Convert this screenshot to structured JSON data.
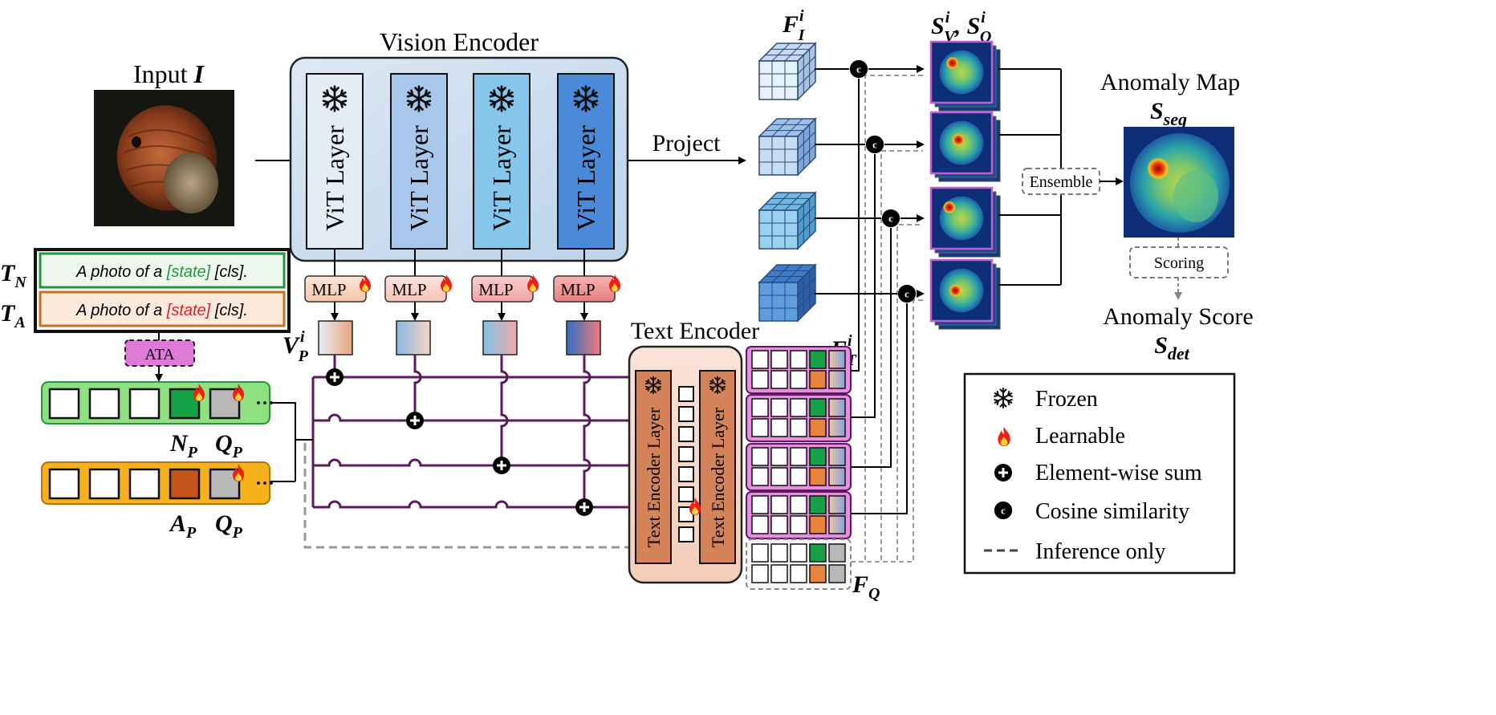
{
  "input": {
    "label_prefix": "Input",
    "label_var": "I"
  },
  "vision_encoder": {
    "title": "Vision Encoder",
    "layer_label": "ViT Layer",
    "mlp_label": "MLP"
  },
  "project_label": "Project",
  "features": {
    "fi_main": "F",
    "fi_sup": "i",
    "fi_sub": "I",
    "ft_main": "F",
    "ft_sup": "i",
    "ft_sub": "T",
    "fq_main": "F",
    "fq_sub": "Q"
  },
  "sim": {
    "sv_main": "S",
    "sv_sup": "i",
    "sv_sub": "V",
    "sep": ", ",
    "sq_main": "S",
    "sq_sup": "i",
    "sq_sub": "Q"
  },
  "anomaly_map": {
    "title": "Anomaly Map",
    "var_main": "S",
    "var_sub": "seg"
  },
  "anomaly_score": {
    "title": "Anomaly Score",
    "var_main": "S",
    "var_sub": "det"
  },
  "ensemble_label": "Ensemble",
  "scoring_label": "Scoring",
  "prompts": {
    "tn_main": "T",
    "tn_sub": "N",
    "ta_main": "T",
    "ta_sub": "A",
    "normal_prefix": "A photo of a ",
    "normal_state": "[state]",
    "normal_suffix": " [cls].",
    "abnormal_prefix": "A photo of a ",
    "abnormal_state": "[state]",
    "abnormal_suffix": " [cls]."
  },
  "ata_label": "ATA",
  "vp": {
    "main": "V",
    "sup": "i",
    "sub": "P"
  },
  "np": {
    "main": "N",
    "sub": "P"
  },
  "qp": {
    "main": "Q",
    "sub": "P"
  },
  "ap": {
    "main": "A",
    "sub": "P"
  },
  "ellipsis": "···",
  "text_encoder": {
    "title": "Text Encoder",
    "layer_label": "Text Encoder Layer"
  },
  "legend": {
    "frozen": "Frozen",
    "learnable": "Learnable",
    "sum": "Element-wise sum",
    "cosine": "Cosine similarity",
    "inference": "Inference only"
  },
  "glyphs": {
    "snowflake": "❄",
    "fire": "🔥",
    "plus": "+",
    "cos": "c"
  },
  "colors": {
    "normal_green": "#1e9a3a",
    "abnormal_red": "#e02020",
    "purple_line": "#5b1a5e",
    "ata_fill": "#e07ad8",
    "green_prompt": "#8fe07f",
    "orange_prompt": "#f6b21c"
  }
}
